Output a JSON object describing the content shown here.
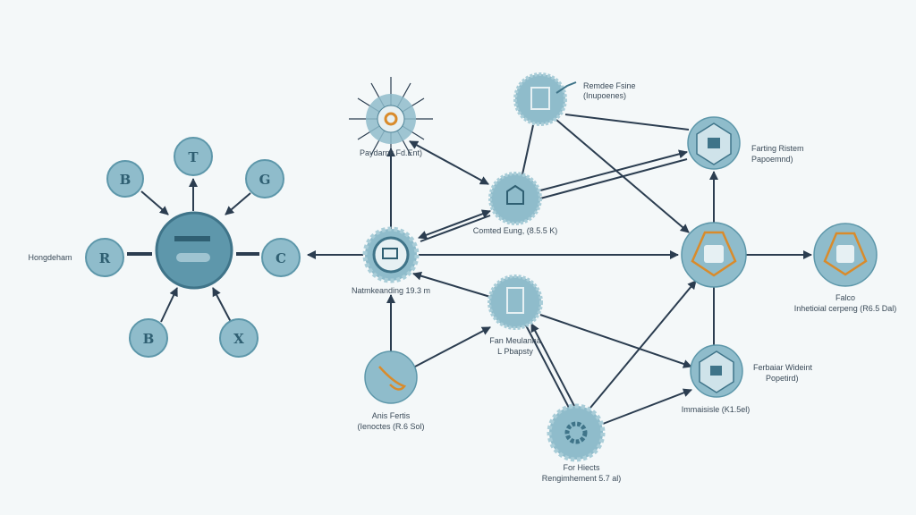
{
  "colors": {
    "node": "#8fbccb",
    "edge": "#2b3d50",
    "accent": "#d98b2b",
    "background": "#f4f8f9"
  },
  "hub": {
    "label": "Hongdeham",
    "satellites": [
      "B",
      "T",
      "G",
      "R",
      "C",
      "B",
      "X"
    ]
  },
  "nodes": {
    "sunburst": {
      "label": "Paydarnk Fd.Ent)"
    },
    "natural": {
      "label": "Natmkeanding 19.3 m"
    },
    "remote": {
      "label_line1": "Remdee Fsine",
      "label_line2": "(Inupoenes)"
    },
    "content": {
      "label": "Comted Eung, (8.5.5 K)"
    },
    "fan": {
      "label_line1": "Fan Meulanna",
      "label_line2": "L Pbapsty"
    },
    "anis": {
      "label_line1": "Anis Fertis",
      "label_line2": "(Ienoctes (R.6 Sol)"
    },
    "bottom_gear": {
      "label_line1": "For Hiects",
      "label_line2": "Rengimhement 5.7 al)"
    },
    "ranking": {
      "label_line1": "Farting Ristem",
      "label_line2": "Papoemnd)"
    },
    "falco": {
      "label_line1": "Falco",
      "label_line2": "Inhetioial cerpeng (R6.5 Dal)"
    },
    "bottom_right": {
      "label_line1": "Ferbaiar Wideint",
      "label_line2": "Popetird)",
      "label_below": "Immaisisle (K1.5el)"
    }
  }
}
